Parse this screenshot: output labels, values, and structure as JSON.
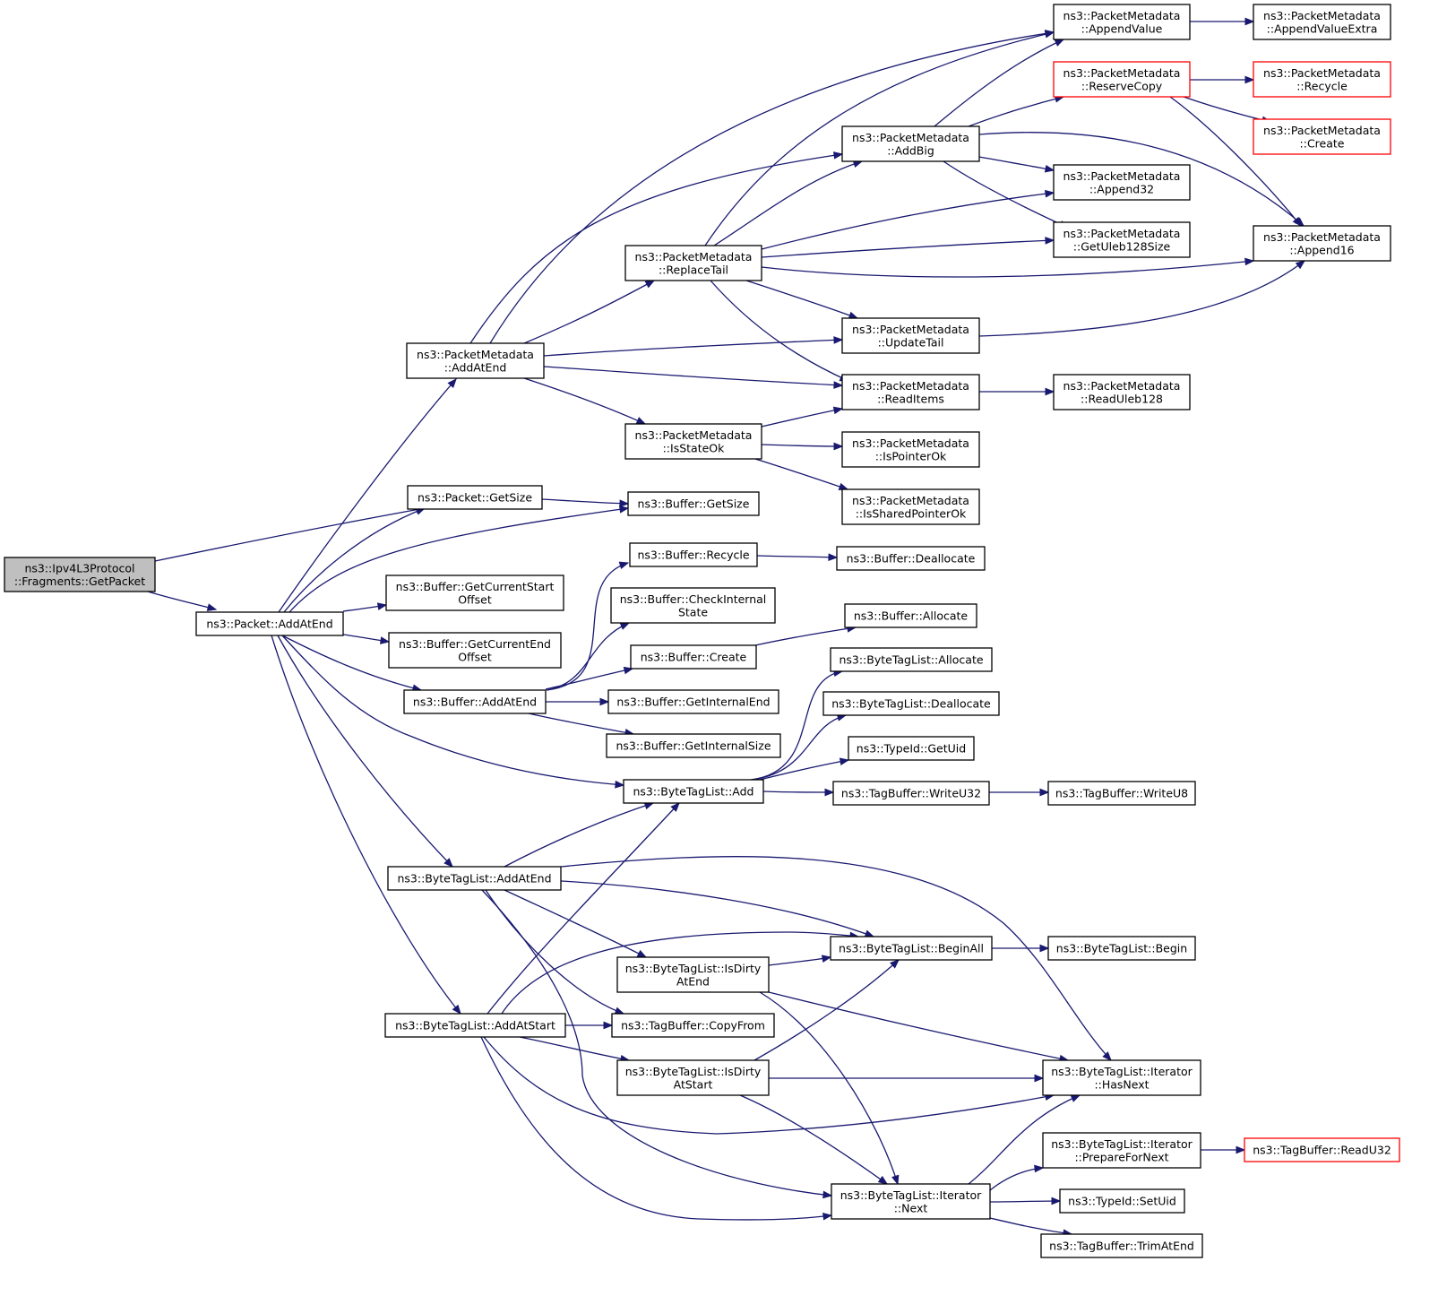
{
  "graph": {
    "colors": {
      "edge": "#191970",
      "node_border": "#000000",
      "node_border_truncated": "#ff0000",
      "root_fill": "#bfbfbf"
    },
    "nodes": [
      {
        "id": "root",
        "lines": [
          "ns3::Ipv4L3Protocol",
          "::Fragments::GetPacket"
        ],
        "style": "root"
      },
      {
        "id": "p_addatend",
        "lines": [
          "ns3::Packet::AddAtEnd"
        ]
      },
      {
        "id": "pm_addatend",
        "lines": [
          "ns3::PacketMetadata",
          "::AddAtEnd"
        ]
      },
      {
        "id": "p_getsize",
        "lines": [
          "ns3::Packet::GetSize"
        ]
      },
      {
        "id": "b_gcso",
        "lines": [
          "ns3::Buffer::GetCurrentStart",
          "Offset"
        ]
      },
      {
        "id": "b_gceo",
        "lines": [
          "ns3::Buffer::GetCurrentEnd",
          "Offset"
        ]
      },
      {
        "id": "b_addatend",
        "lines": [
          "ns3::Buffer::AddAtEnd"
        ]
      },
      {
        "id": "btl_addatend",
        "lines": [
          "ns3::ByteTagList::AddAtEnd"
        ]
      },
      {
        "id": "btl_addatstart",
        "lines": [
          "ns3::ByteTagList::AddAtStart"
        ]
      },
      {
        "id": "pm_replacetail",
        "lines": [
          "ns3::PacketMetadata",
          "::ReplaceTail"
        ]
      },
      {
        "id": "pm_isstateok",
        "lines": [
          "ns3::PacketMetadata",
          "::IsStateOk"
        ]
      },
      {
        "id": "b_getsize",
        "lines": [
          "ns3::Buffer::GetSize"
        ]
      },
      {
        "id": "b_recycle",
        "lines": [
          "ns3::Buffer::Recycle"
        ]
      },
      {
        "id": "b_cis",
        "lines": [
          "ns3::Buffer::CheckInternal",
          "State"
        ]
      },
      {
        "id": "b_create",
        "lines": [
          "ns3::Buffer::Create"
        ]
      },
      {
        "id": "b_gie",
        "lines": [
          "ns3::Buffer::GetInternalEnd"
        ]
      },
      {
        "id": "b_gis",
        "lines": [
          "ns3::Buffer::GetInternalSize"
        ]
      },
      {
        "id": "btl_add",
        "lines": [
          "ns3::ByteTagList::Add"
        ]
      },
      {
        "id": "btl_ideae",
        "lines": [
          "ns3::ByteTagList::IsDirty",
          "AtEnd"
        ]
      },
      {
        "id": "tb_copyfrom",
        "lines": [
          "ns3::TagBuffer::CopyFrom"
        ]
      },
      {
        "id": "btl_idas",
        "lines": [
          "ns3::ByteTagList::IsDirty",
          "AtStart"
        ]
      },
      {
        "id": "pm_addbig",
        "lines": [
          "ns3::PacketMetadata",
          "::AddBig"
        ]
      },
      {
        "id": "pm_updatetail",
        "lines": [
          "ns3::PacketMetadata",
          "::UpdateTail"
        ]
      },
      {
        "id": "pm_readitems",
        "lines": [
          "ns3::PacketMetadata",
          "::ReadItems"
        ]
      },
      {
        "id": "pm_ispointerok",
        "lines": [
          "ns3::PacketMetadata",
          "::IsPointerOk"
        ]
      },
      {
        "id": "pm_isspok",
        "lines": [
          "ns3::PacketMetadata",
          "::IsSharedPointerOk"
        ]
      },
      {
        "id": "b_dealloc",
        "lines": [
          "ns3::Buffer::Deallocate"
        ]
      },
      {
        "id": "b_alloc",
        "lines": [
          "ns3::Buffer::Allocate"
        ]
      },
      {
        "id": "btl_alloc",
        "lines": [
          "ns3::ByteTagList::Allocate"
        ]
      },
      {
        "id": "btl_dealloc",
        "lines": [
          "ns3::ByteTagList::Deallocate"
        ]
      },
      {
        "id": "tid_getuid",
        "lines": [
          "ns3::TypeId::GetUid"
        ]
      },
      {
        "id": "tb_writeu32",
        "lines": [
          "ns3::TagBuffer::WriteU32"
        ]
      },
      {
        "id": "btl_beginall",
        "lines": [
          "ns3::ByteTagList::BeginAll"
        ]
      },
      {
        "id": "btli_next",
        "lines": [
          "ns3::ByteTagList::Iterator",
          "::Next"
        ]
      },
      {
        "id": "pm_appendvalue",
        "lines": [
          "ns3::PacketMetadata",
          "::AppendValue"
        ]
      },
      {
        "id": "pm_reservecopy",
        "lines": [
          "ns3::PacketMetadata",
          "::ReserveCopy"
        ],
        "style": "red"
      },
      {
        "id": "pm_append32",
        "lines": [
          "ns3::PacketMetadata",
          "::Append32"
        ]
      },
      {
        "id": "pm_getuleb",
        "lines": [
          "ns3::PacketMetadata",
          "::GetUleb128Size"
        ]
      },
      {
        "id": "pm_readuleb",
        "lines": [
          "ns3::PacketMetadata",
          "::ReadUleb128"
        ]
      },
      {
        "id": "tb_writeu8",
        "lines": [
          "ns3::TagBuffer::WriteU8"
        ]
      },
      {
        "id": "btl_begin",
        "lines": [
          "ns3::ByteTagList::Begin"
        ]
      },
      {
        "id": "btli_hasnext",
        "lines": [
          "ns3::ByteTagList::Iterator",
          "::HasNext"
        ]
      },
      {
        "id": "btli_pfn",
        "lines": [
          "ns3::ByteTagList::Iterator",
          "::PrepareForNext"
        ]
      },
      {
        "id": "tid_setuid",
        "lines": [
          "ns3::TypeId::SetUid"
        ]
      },
      {
        "id": "tb_trimatend",
        "lines": [
          "ns3::TagBuffer::TrimAtEnd"
        ]
      },
      {
        "id": "pm_ave",
        "lines": [
          "ns3::PacketMetadata",
          "::AppendValueExtra"
        ]
      },
      {
        "id": "pm_recycle",
        "lines": [
          "ns3::PacketMetadata",
          "::Recycle"
        ],
        "style": "red"
      },
      {
        "id": "pm_create",
        "lines": [
          "ns3::PacketMetadata",
          "::Create"
        ],
        "style": "red"
      },
      {
        "id": "pm_append16",
        "lines": [
          "ns3::PacketMetadata",
          "::Append16"
        ]
      },
      {
        "id": "tb_readu32",
        "lines": [
          "ns3::TagBuffer::ReadU32"
        ],
        "style": "red"
      }
    ],
    "edges": [
      [
        "root",
        "p_getsize"
      ],
      [
        "root",
        "p_addatend"
      ],
      [
        "p_addatend",
        "pm_addatend"
      ],
      [
        "p_addatend",
        "p_getsize"
      ],
      [
        "p_addatend",
        "b_getsize"
      ],
      [
        "p_addatend",
        "b_gcso"
      ],
      [
        "p_addatend",
        "b_gceo"
      ],
      [
        "p_addatend",
        "b_addatend"
      ],
      [
        "p_addatend",
        "btl_add"
      ],
      [
        "p_addatend",
        "btl_addatend"
      ],
      [
        "p_addatend",
        "btl_addatstart"
      ],
      [
        "pm_addatend",
        "pm_appendvalue"
      ],
      [
        "pm_addatend",
        "pm_addbig"
      ],
      [
        "pm_addatend",
        "pm_replacetail"
      ],
      [
        "pm_addatend",
        "pm_updatetail"
      ],
      [
        "pm_addatend",
        "pm_readitems"
      ],
      [
        "pm_addatend",
        "pm_isstateok"
      ],
      [
        "p_getsize",
        "b_getsize"
      ],
      [
        "pm_replacetail",
        "pm_appendvalue"
      ],
      [
        "pm_replacetail",
        "pm_addbig"
      ],
      [
        "pm_replacetail",
        "pm_append32"
      ],
      [
        "pm_replacetail",
        "pm_getuleb"
      ],
      [
        "pm_replacetail",
        "pm_append16"
      ],
      [
        "pm_replacetail",
        "pm_updatetail"
      ],
      [
        "pm_replacetail",
        "pm_readitems"
      ],
      [
        "pm_isstateok",
        "pm_readitems"
      ],
      [
        "pm_isstateok",
        "pm_ispointerok"
      ],
      [
        "pm_isstateok",
        "pm_isspok"
      ],
      [
        "pm_addbig",
        "pm_appendvalue"
      ],
      [
        "pm_addbig",
        "pm_reservecopy"
      ],
      [
        "pm_addbig",
        "pm_append32"
      ],
      [
        "pm_addbig",
        "pm_getuleb"
      ],
      [
        "pm_addbig",
        "pm_append16"
      ],
      [
        "pm_appendvalue",
        "pm_ave"
      ],
      [
        "pm_reservecopy",
        "pm_recycle"
      ],
      [
        "pm_reservecopy",
        "pm_create"
      ],
      [
        "pm_reservecopy",
        "pm_append16"
      ],
      [
        "pm_updatetail",
        "pm_append16"
      ],
      [
        "pm_readitems",
        "pm_readuleb"
      ],
      [
        "b_addatend",
        "b_recycle"
      ],
      [
        "b_addatend",
        "b_cis"
      ],
      [
        "b_addatend",
        "b_create"
      ],
      [
        "b_addatend",
        "b_gie"
      ],
      [
        "b_addatend",
        "b_gis"
      ],
      [
        "b_recycle",
        "b_dealloc"
      ],
      [
        "b_create",
        "b_alloc"
      ],
      [
        "btl_add",
        "btl_alloc"
      ],
      [
        "btl_add",
        "btl_dealloc"
      ],
      [
        "btl_add",
        "tid_getuid"
      ],
      [
        "btl_add",
        "tb_writeu32"
      ],
      [
        "tb_writeu32",
        "tb_writeu8"
      ],
      [
        "btl_addatend",
        "btl_add"
      ],
      [
        "btl_addatend",
        "btli_hasnext"
      ],
      [
        "btl_addatend",
        "btl_beginall"
      ],
      [
        "btl_addatend",
        "btl_ideae"
      ],
      [
        "btl_addatend",
        "tb_copyfrom"
      ],
      [
        "btl_addatend",
        "btli_next"
      ],
      [
        "btl_addatstart",
        "btl_add"
      ],
      [
        "btl_addatstart",
        "btl_beginall"
      ],
      [
        "btl_addatstart",
        "tb_copyfrom"
      ],
      [
        "btl_addatstart",
        "btl_idas"
      ],
      [
        "btl_addatstart",
        "btli_hasnext"
      ],
      [
        "btl_addatstart",
        "btli_next"
      ],
      [
        "btl_ideae",
        "btl_beginall"
      ],
      [
        "btl_ideae",
        "btli_hasnext"
      ],
      [
        "btl_ideae",
        "btli_next"
      ],
      [
        "btl_idas",
        "btl_beginall"
      ],
      [
        "btl_idas",
        "btli_hasnext"
      ],
      [
        "btl_idas",
        "btli_next"
      ],
      [
        "btl_beginall",
        "btl_begin"
      ],
      [
        "btli_next",
        "btli_hasnext"
      ],
      [
        "btli_next",
        "btli_pfn"
      ],
      [
        "btli_next",
        "tid_setuid"
      ],
      [
        "btli_next",
        "tb_trimatend"
      ],
      [
        "btli_pfn",
        "tb_readu32"
      ]
    ]
  }
}
